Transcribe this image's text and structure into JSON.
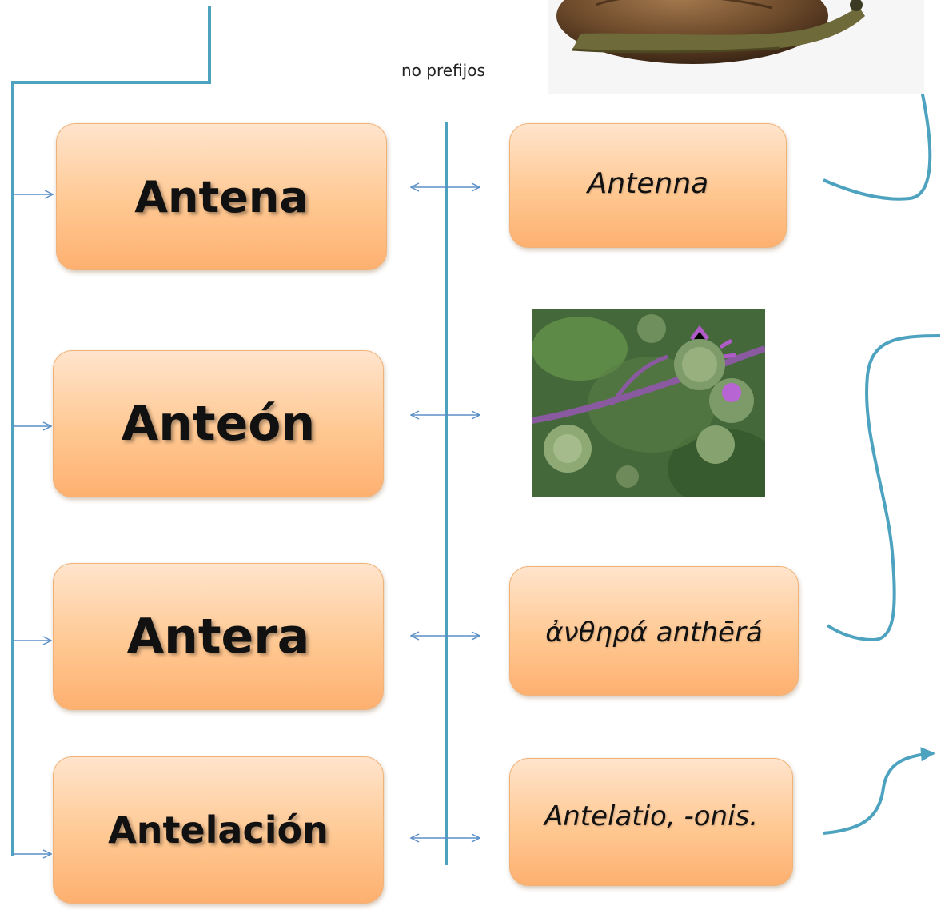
{
  "label_no_prefix": "no prefijos",
  "words": [
    {
      "text": "Antena"
    },
    {
      "text": "Anteón"
    },
    {
      "text": "Antera"
    },
    {
      "text": "Antelación"
    }
  ],
  "etymologies": [
    {
      "text": "Antenna"
    },
    {
      "text": "ἀνθηρά anthērá"
    },
    {
      "text": "Antelatio, -onis."
    }
  ],
  "images": [
    {
      "name": "snail-image"
    },
    {
      "name": "burdock-flower-image"
    }
  ],
  "colors": {
    "line_teal": "#4da3bf",
    "arrow_blue": "#5b8fc7",
    "box_fill": "#ffc892",
    "box_border": "#f0b277"
  }
}
